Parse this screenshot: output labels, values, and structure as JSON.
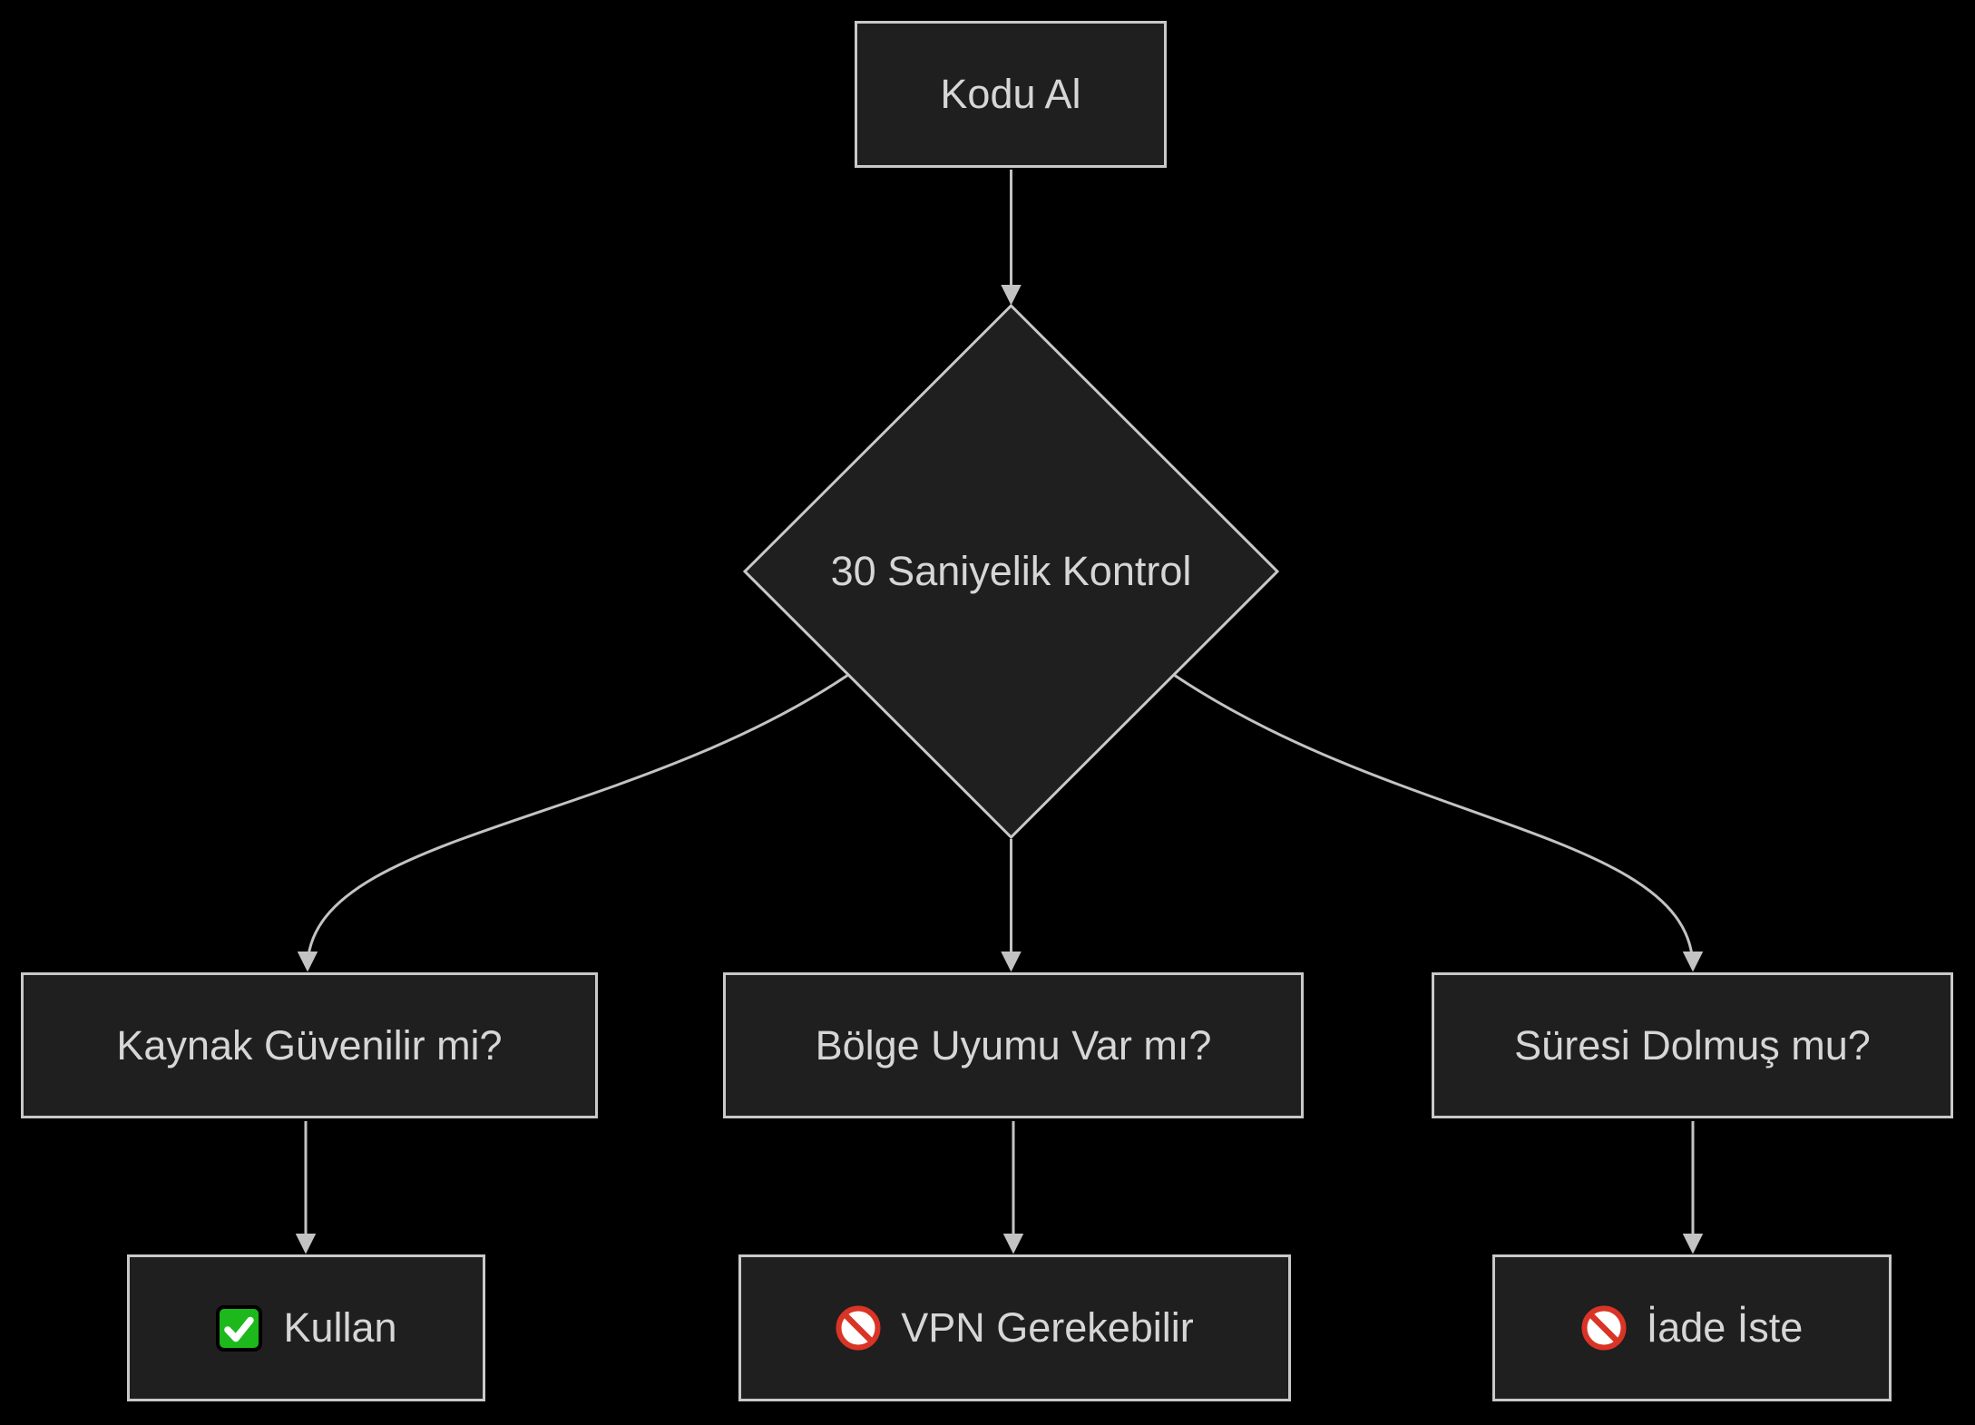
{
  "theme": {
    "background": "#000000",
    "node_fill": "#1f1f1f",
    "node_border": "#c9c9c9",
    "text_color": "#d6d6d6",
    "edge_color": "#c3c3c3",
    "check_green": "#1cb81c",
    "no_entry_red": "#d93425"
  },
  "flowchart": {
    "nodes": {
      "start": {
        "label": "Kodu Al"
      },
      "decision": {
        "label": "30 Saniyelik Kontrol"
      },
      "question_source": {
        "label": "Kaynak Güvenilir mi?"
      },
      "question_region": {
        "label": "Bölge Uyumu Var mı?"
      },
      "question_expiry": {
        "label": "Süresi Dolmuş mu?"
      },
      "result_use": {
        "label": "Kullan",
        "icon": "check-mark-emoji"
      },
      "result_vpn": {
        "label": "VPN Gerekebilir",
        "icon": "no-entry-emoji"
      },
      "result_refund": {
        "label": "İade İste",
        "icon": "no-entry-emoji"
      }
    }
  }
}
